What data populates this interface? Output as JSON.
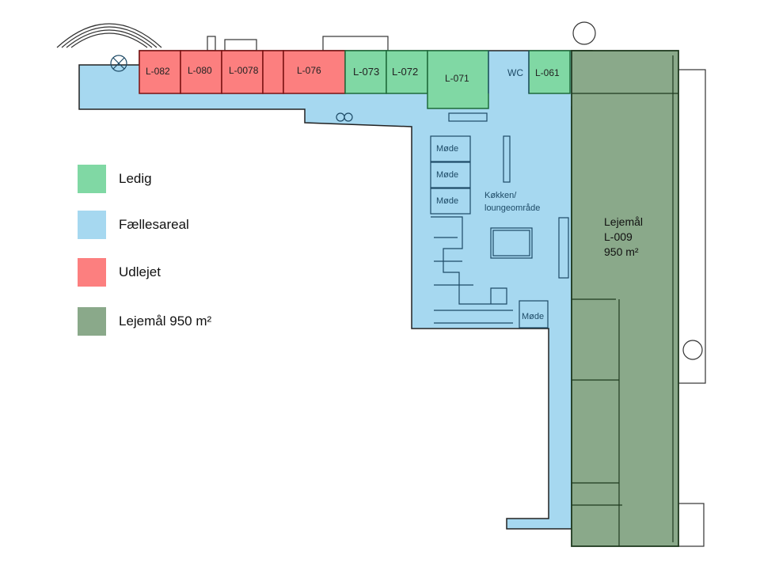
{
  "colors": {
    "ledig": "#80d8a4",
    "faelles": "#a6d8f0",
    "udlejet": "#fc7f7f",
    "lejemaal": "#8aa98a"
  },
  "legend": [
    {
      "label": "Ledig",
      "color": "#80d8a4"
    },
    {
      "label": "Fællesareal",
      "color": "#a6d8f0"
    },
    {
      "label": "Udlejet",
      "color": "#fc7f7f"
    },
    {
      "label": "Lejemål 950 m²",
      "color": "#8aa98a"
    }
  ],
  "rooms": {
    "l082": "L-082",
    "l080": "L-080",
    "l0078": "L-0078",
    "l076": "L-076",
    "l073": "L-073",
    "l072": "L-072",
    "l071": "L-071",
    "wc": "WC",
    "l061": "L-061",
    "mode1": "Møde",
    "mode2": "Møde",
    "mode3": "Møde",
    "mode4": "Møde",
    "kitchen_line1": "Køkken/",
    "kitchen_line2": "loungeområde",
    "lease_line1": "Lejemål",
    "lease_line2": "L-009",
    "lease_line3": "950 m²"
  }
}
